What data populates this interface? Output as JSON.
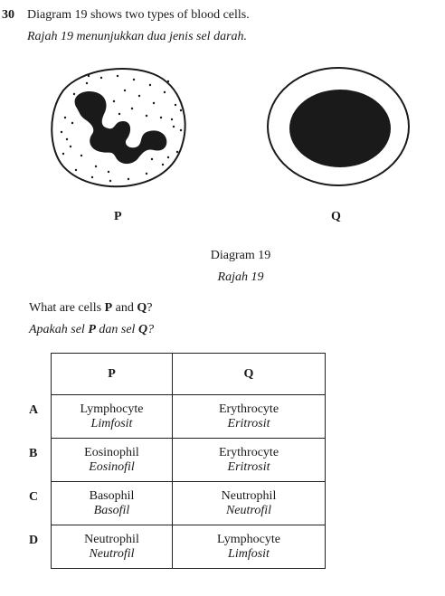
{
  "question": {
    "number": "30",
    "text_en": "Diagram 19 shows two types of blood cells.",
    "text_ms": "Rajah 19 menunjukkan dua jenis sel darah."
  },
  "diagram": {
    "cell_p_label": "P",
    "cell_q_label": "Q",
    "caption_en": "Diagram 19",
    "caption_ms": "Rajah 19"
  },
  "ask": {
    "en_prefix": "What are cells ",
    "en_p": "P",
    "en_and": " and ",
    "en_q": "Q",
    "en_suffix": "?",
    "ms_prefix": "Apakah sel ",
    "ms_p": "P",
    "ms_and": " dan sel ",
    "ms_q": "Q",
    "ms_suffix": "?"
  },
  "table": {
    "headers": [
      "P",
      "Q"
    ],
    "rows": [
      {
        "option": "A",
        "p_en": "Lymphocyte",
        "p_ms": "Limfosit",
        "q_en": "Erythrocyte",
        "q_ms": "Eritrosit"
      },
      {
        "option": "B",
        "p_en": "Eosinophil",
        "p_ms": "Eosinofil",
        "q_en": "Erythrocyte",
        "q_ms": "Eritrosit"
      },
      {
        "option": "C",
        "p_en": "Basophil",
        "p_ms": "Basofil",
        "q_en": "Neutrophil",
        "q_ms": "Neutrofil"
      },
      {
        "option": "D",
        "p_en": "Neutrophil",
        "p_ms": "Neutrofil",
        "q_en": "Lymphocyte",
        "q_ms": "Limfosit"
      }
    ]
  }
}
